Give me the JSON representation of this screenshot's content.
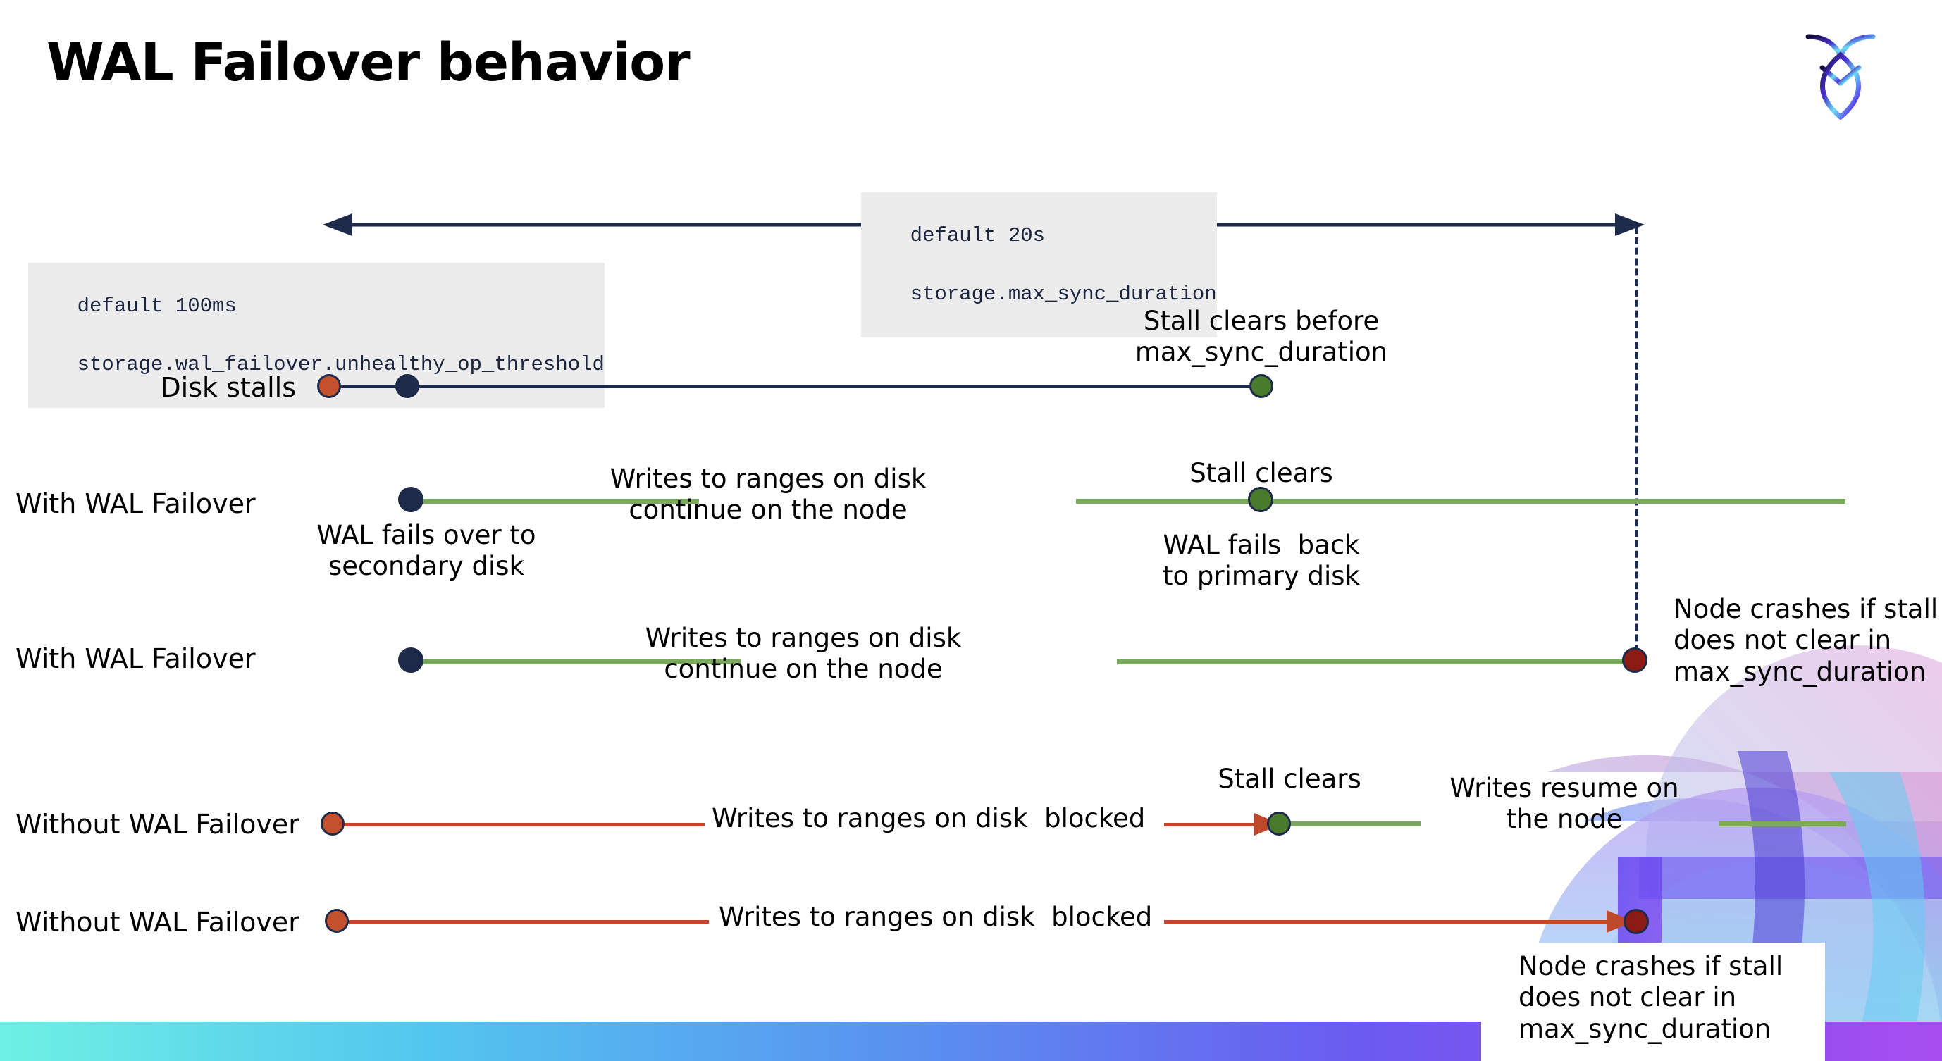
{
  "slide": {
    "title": "WAL Failover behavior",
    "logo_name": "cockroachdb-logo"
  },
  "annotations": {
    "max_sync": {
      "line1": "default 20s",
      "line2": "storage.max_sync_duration"
    },
    "unhealthy_threshold": {
      "line1": "default 100ms",
      "line2": "storage.wal_failover.unhealthy_op_threshold"
    }
  },
  "rows": [
    {
      "id": "disk-stalls",
      "label": "Disk stalls",
      "notes": [
        {
          "id": "stall-clears-before",
          "text": "Stall clears before\nmax_sync_duration"
        }
      ]
    },
    {
      "id": "with-wal-failover-1",
      "label": "With WAL Failover",
      "notes": [
        {
          "id": "wal-fails-over",
          "text": "WAL fails over to\nsecondary disk"
        },
        {
          "id": "writes-continue-1",
          "text": "Writes to ranges on disk\ncontinue on the node"
        },
        {
          "id": "stall-clears-1",
          "text": "Stall clears"
        },
        {
          "id": "wal-fails-back",
          "text": "WAL fails  back\nto primary disk"
        }
      ]
    },
    {
      "id": "with-wal-failover-2",
      "label": "With WAL Failover",
      "notes": [
        {
          "id": "writes-continue-2",
          "text": "Writes to ranges on disk\ncontinue on the node"
        },
        {
          "id": "node-crashes-1",
          "text": "Node crashes if stall\ndoes not clear in\nmax_sync_duration"
        }
      ]
    },
    {
      "id": "without-wal-failover-1",
      "label": "Without WAL Failover",
      "notes": [
        {
          "id": "writes-blocked-1",
          "text": "Writes to ranges on disk  blocked"
        },
        {
          "id": "stall-clears-2",
          "text": "Stall clears"
        },
        {
          "id": "writes-resume",
          "text": "Writes resume on\nthe node"
        }
      ]
    },
    {
      "id": "without-wal-failover-2",
      "label": "Without WAL Failover",
      "notes": [
        {
          "id": "writes-blocked-2",
          "text": "Writes to ranges on disk  blocked"
        },
        {
          "id": "node-crashes-2",
          "text": "Node crashes if stall\ndoes not clear in\nmax_sync_duration"
        }
      ]
    }
  ],
  "colors": {
    "navy": "#1e2a4a",
    "orange_dot": "#c4512e",
    "green_dot": "#4a7a2b",
    "dark_red_dot": "#8c1b14",
    "green_line": "#7aa85c",
    "orange_line": "#c0492b",
    "code_bg": "#ececec",
    "text": "#000000"
  }
}
